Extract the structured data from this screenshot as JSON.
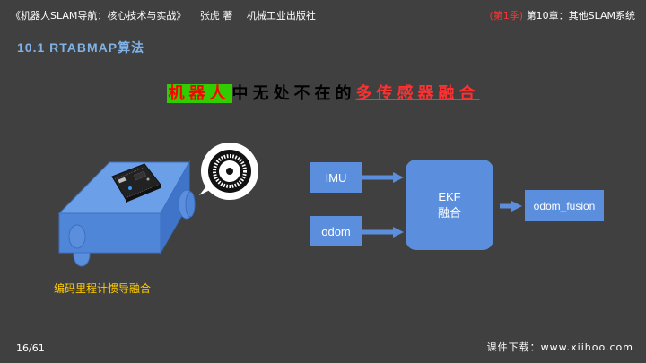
{
  "header": {
    "book_title": "《机器人SLAM导航：核心技术与实战》",
    "author": "张虎 著",
    "publisher": "机械工业出版社",
    "season": "(第1季)",
    "chapter": "第10章：其他SLAM系统"
  },
  "section_title": "10.1 RTABMAP算法",
  "headline": {
    "part1": "机器人",
    "part2": "中无处不在的",
    "part3": "多传感器融合"
  },
  "diagram": {
    "caption": "编码里程计惯导融合",
    "imu_label": "IMU",
    "odom_label": "odom",
    "ekf_label_1": "EKF",
    "ekf_label_2": "融合",
    "output_label": "odom_fusion"
  },
  "footer": {
    "page": "16/61",
    "download": "课件下载：www.xiihoo.com"
  },
  "colors": {
    "background": "#404040",
    "box_blue": "#5b8fde",
    "section_title": "#7fb2e5",
    "caption": "#ffcc00",
    "accent_red": "#ff3030",
    "highlight_green": "#33cc00"
  }
}
